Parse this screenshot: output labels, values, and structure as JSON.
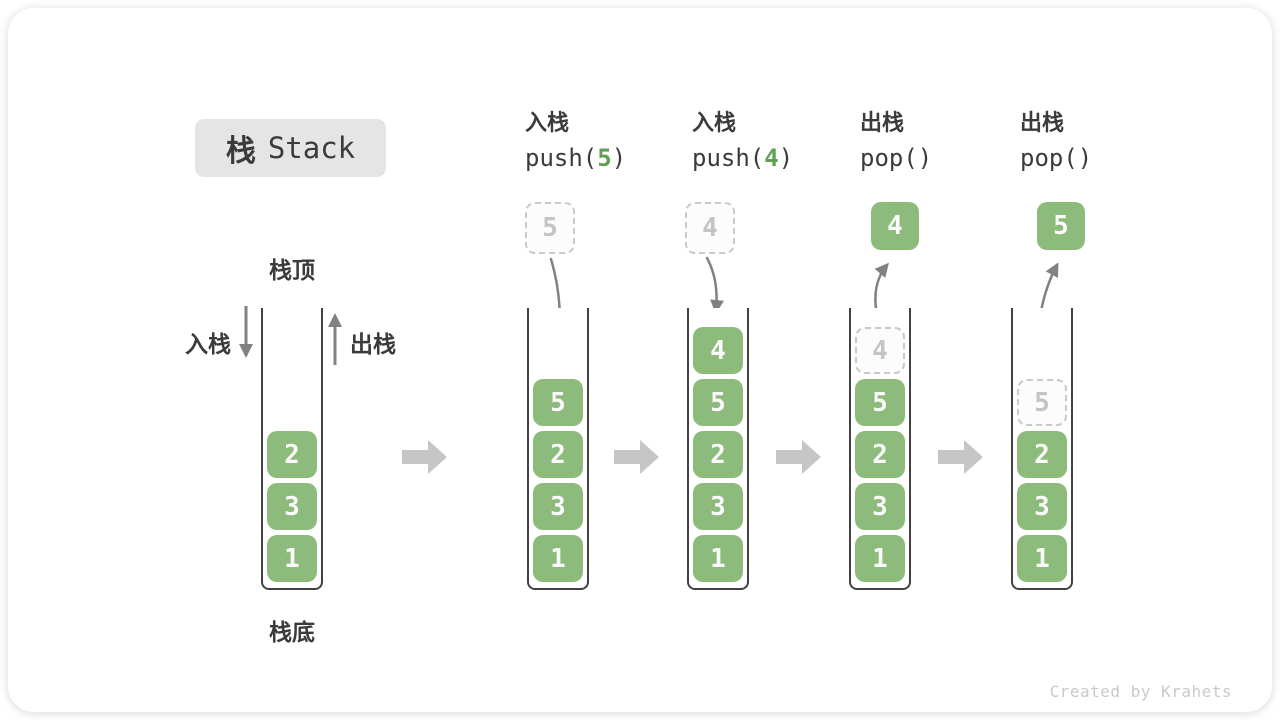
{
  "title": {
    "cjk": "栈",
    "latin": "Stack"
  },
  "labels": {
    "stack_top": "栈顶",
    "stack_bottom": "栈底",
    "push_side": "入栈",
    "pop_side": "出栈"
  },
  "footer": {
    "credit": "Created by Krahets"
  },
  "colors": {
    "element_green": "#8CBB7C",
    "code_arg_green": "#5FA052",
    "dark_text": "#3B3B3B",
    "ghost_border": "#C9C9C9",
    "ghost_text": "#C4C4C4",
    "motion_arrow_gray": "#818181",
    "step_arrow_gray": "#C6C6C6",
    "title_box_bg": "#E5E5E5",
    "container_wall": "#424242",
    "credit_gray": "#C9C9C9"
  },
  "diagram": {
    "type": "stack-operations",
    "columns": [
      {
        "name": "stack-initial",
        "cells": [
          {
            "value": "2"
          },
          {
            "value": "3"
          },
          {
            "value": "1"
          }
        ]
      },
      {
        "name": "stack-after-push-5",
        "op": {
          "label": "入栈",
          "pre": "push(",
          "arg": "5",
          "post": ")"
        },
        "above": {
          "value": "5",
          "ghost": true
        },
        "cells": [
          {
            "value": "5"
          },
          {
            "value": "2"
          },
          {
            "value": "3"
          },
          {
            "value": "1"
          }
        ]
      },
      {
        "name": "stack-after-push-4",
        "op": {
          "label": "入栈",
          "pre": "push(",
          "arg": "4",
          "post": ")"
        },
        "above": {
          "value": "4",
          "ghost": true
        },
        "cells": [
          {
            "value": "4"
          },
          {
            "value": "5"
          },
          {
            "value": "2"
          },
          {
            "value": "3"
          },
          {
            "value": "1"
          }
        ]
      },
      {
        "name": "stack-after-pop-4",
        "op": {
          "label": "出栈",
          "pre": "pop()",
          "arg": "",
          "post": ""
        },
        "above": {
          "value": "4",
          "ghost": false
        },
        "cells": [
          {
            "value": "4",
            "ghost": true
          },
          {
            "value": "5"
          },
          {
            "value": "2"
          },
          {
            "value": "3"
          },
          {
            "value": "1"
          }
        ]
      },
      {
        "name": "stack-after-pop-5",
        "op": {
          "label": "出栈",
          "pre": "pop()",
          "arg": "",
          "post": ""
        },
        "above": {
          "value": "5",
          "ghost": false
        },
        "cells": [
          {
            "value": "5",
            "ghost": true
          },
          {
            "value": "2"
          },
          {
            "value": "3"
          },
          {
            "value": "1"
          }
        ]
      }
    ]
  }
}
